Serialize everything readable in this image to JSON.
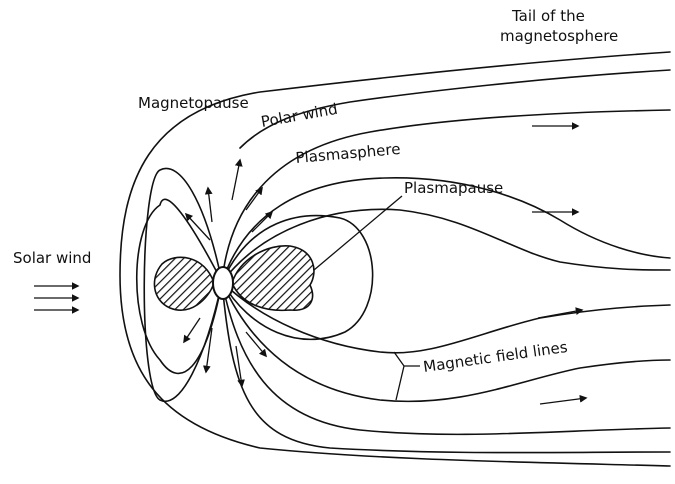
{
  "labels": {
    "tail_line1": "Tail of the",
    "tail_line2": "magnetosphere",
    "magnetopause": "Magnetopause",
    "polar_wind": "Polar wind",
    "plasmasphere": "Plasmasphere",
    "plasmapause": "Plasmapause",
    "solar_wind": "Solar wind",
    "magnetic_field_lines": "Magnetic field lines"
  },
  "colors": {
    "ink": "#111111",
    "background": "#ffffff"
  }
}
